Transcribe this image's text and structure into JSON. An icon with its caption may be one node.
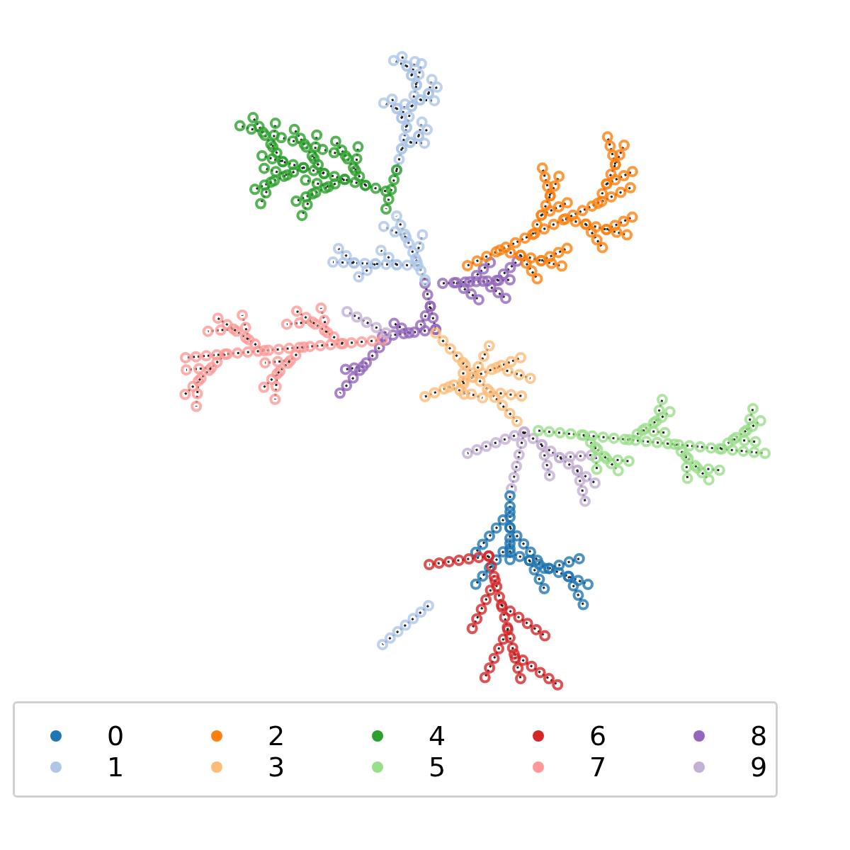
{
  "diagram": {
    "legend": [
      {
        "text": "0",
        "color": "#1f77b4"
      },
      {
        "text": "1",
        "color": "#aec7e8"
      },
      {
        "text": "2",
        "color": "#ff7f0e"
      },
      {
        "text": "3",
        "color": "#ffbb78"
      },
      {
        "text": "4",
        "color": "#2ca02c"
      },
      {
        "text": "5",
        "color": "#98df8a"
      },
      {
        "text": "6",
        "color": "#d62728"
      },
      {
        "text": "7",
        "color": "#ff9896"
      },
      {
        "text": "8",
        "color": "#9467bd"
      },
      {
        "text": "9",
        "color": "#c5b0d5"
      }
    ]
  }
}
